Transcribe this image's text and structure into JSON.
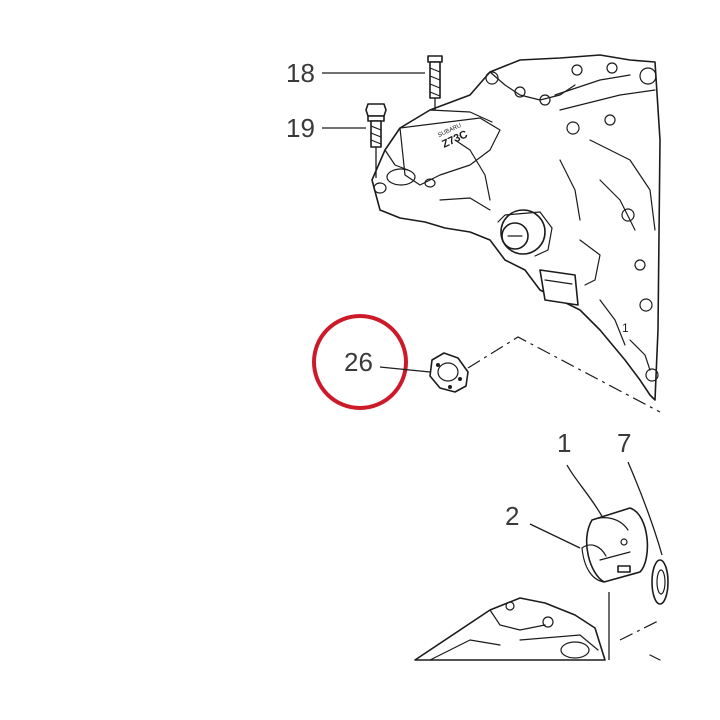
{
  "callouts": [
    {
      "id": "18",
      "label": "18"
    },
    {
      "id": "19",
      "label": "19"
    },
    {
      "id": "26",
      "label": "26"
    },
    {
      "id": "1",
      "label": "1"
    },
    {
      "id": "7",
      "label": "7"
    },
    {
      "id": "2",
      "label": "2"
    }
  ],
  "housing_marking": "Z73C",
  "housing_small_text": "SUBARU",
  "part_number_mark": "1",
  "highlight_color": "#cc1a2a",
  "line_color": "#1c1c1c"
}
